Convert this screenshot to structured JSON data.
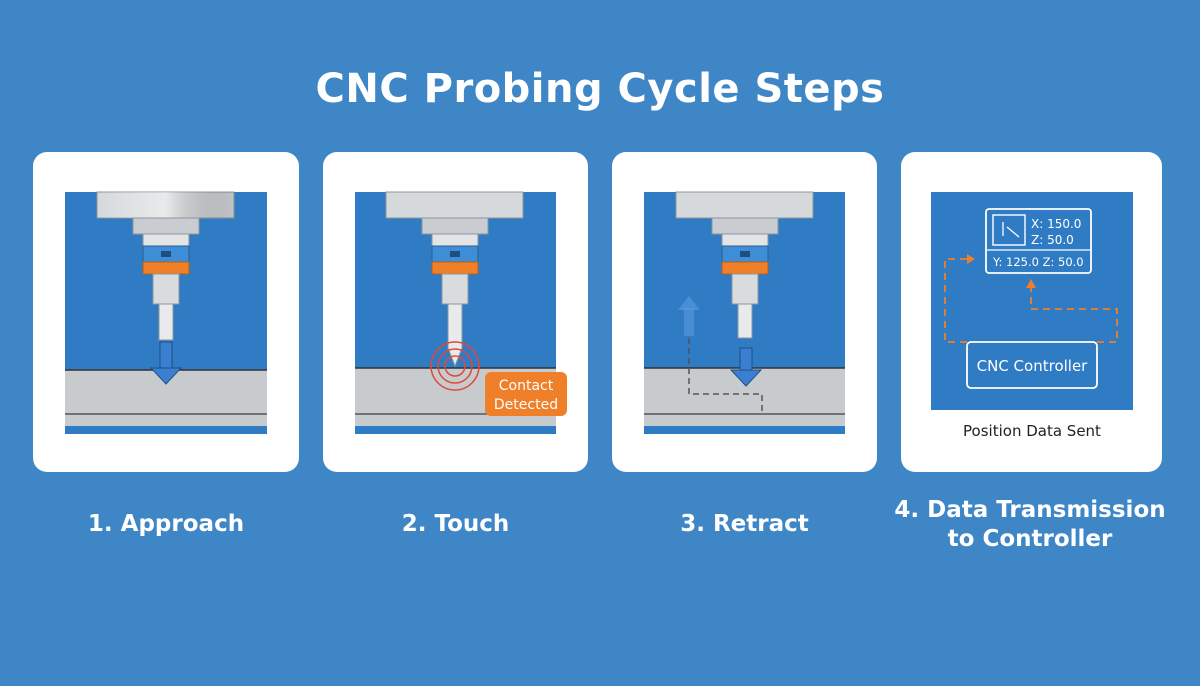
{
  "title": "CNC Probing Cycle Steps",
  "colors": {
    "background": "#3e86c6",
    "panel_blue": "#2f7bc4",
    "accent_orange": "#f07f2a",
    "arrow_blue": "#3b7fd0",
    "card_white": "#ffffff"
  },
  "steps": [
    {
      "label": "1. Approach"
    },
    {
      "label": "2. Touch",
      "callout": {
        "line1": "Contact",
        "line2": "Detected"
      }
    },
    {
      "label": "3. Retract"
    },
    {
      "label": "4. Data Transmission to Controller",
      "label_line1": "4. Data Transmission",
      "label_line2": "to Controller",
      "caption": "Position Data Sent",
      "controller_box": "CNC Controller",
      "readout": {
        "x": "X: 150.0",
        "z_top": "Z: 50.0",
        "bottom": "Y: 125.0  Z: 50.0"
      }
    }
  ]
}
